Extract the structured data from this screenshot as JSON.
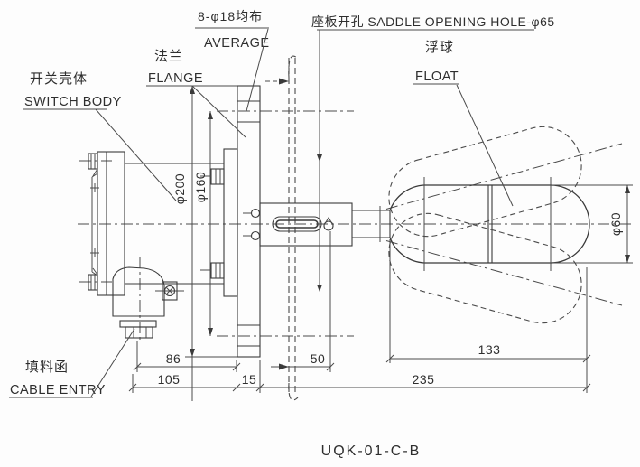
{
  "title": "UQK-01-C-B",
  "labels": {
    "switch_body_cn": "开关壳体",
    "switch_body_en": "SWITCH BODY",
    "flange_cn": "法兰",
    "flange_en": "FLANGE",
    "holes_cn": "8-φ18均布",
    "holes_en": "AVERAGE",
    "saddle_hole": "座板开孔 SADDLE OPENING HOLE-φ65",
    "float_cn": "浮球",
    "float_en": "FLOAT",
    "cable_cn": "填料函",
    "cable_en": "CABLE ENTRY"
  },
  "dimensions": {
    "flange_od": "φ200",
    "bolt_circle": "φ160",
    "float_dia": "φ60",
    "d86": "86",
    "d105": "105",
    "d15": "15",
    "d50": "50",
    "d133": "133",
    "d235": "235"
  },
  "colors": {
    "line": "#3a3a3a",
    "background": "#fdfdfd"
  }
}
